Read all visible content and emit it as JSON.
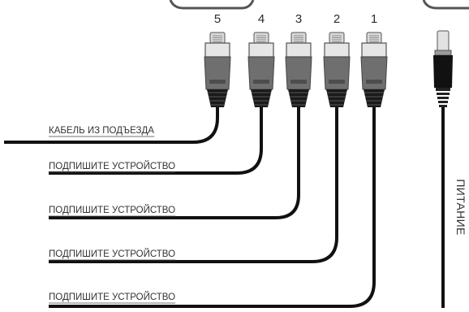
{
  "ports": [
    {
      "number": "5",
      "label": "КАБЕЛЬ ИЗ ПОДЪЕЗДА"
    },
    {
      "number": "4",
      "label": "ПОДПИШИТЕ УСТРОЙСТВО"
    },
    {
      "number": "3",
      "label": "ПОДПИШИТЕ УСТРОЙСТВО"
    },
    {
      "number": "2",
      "label": "ПОДПИШИТЕ УСТРОЙСТВО"
    },
    {
      "number": "1",
      "label": "ПОДПИШИТЕ УСТРОЙСТВО"
    }
  ],
  "power": {
    "label": "ПИТАНИЕ"
  },
  "colors": {
    "cable": "#111111",
    "plug_body": "#6f6f6f",
    "plug_tip": "#d9d9d9",
    "label_underline": "#444444"
  }
}
